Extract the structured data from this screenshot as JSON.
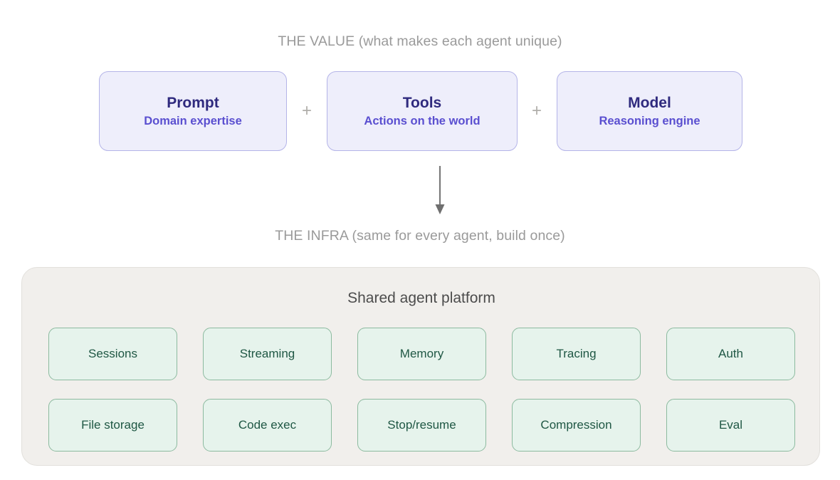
{
  "diagram": {
    "value_section": {
      "caption": "THE VALUE (what makes each agent unique)",
      "operator": "+",
      "cards": [
        {
          "title": "Prompt",
          "subtitle": "Domain expertise"
        },
        {
          "title": "Tools",
          "subtitle": "Actions on the world"
        },
        {
          "title": "Model",
          "subtitle": "Reasoning engine"
        }
      ]
    },
    "connector": {
      "icon": "down-arrow-icon"
    },
    "infra_section": {
      "caption": "THE INFRA (same for every agent, build once)",
      "platform_title": "Shared agent platform",
      "tiles": [
        {
          "label": "Sessions"
        },
        {
          "label": "Streaming"
        },
        {
          "label": "Memory"
        },
        {
          "label": "Tracing"
        },
        {
          "label": "Auth"
        },
        {
          "label": "File storage"
        },
        {
          "label": "Code exec"
        },
        {
          "label": "Stop/resume"
        },
        {
          "label": "Compression"
        },
        {
          "label": "Eval"
        }
      ]
    },
    "colors": {
      "background": "#ffffff",
      "caption_text": "#9a9a9a",
      "card_fill": "#eeeefb",
      "card_border": "#b4b4e8",
      "card_title_text": "#2f2a7e",
      "card_subtitle_text": "#5a4fd0",
      "operator_text": "#b0aeaa",
      "arrow_stroke": "#7a7a7a",
      "platform_fill": "#f1efec",
      "platform_border": "#e2e0dc",
      "platform_title_text": "#4c4c4c",
      "tile_fill": "#e6f3ec",
      "tile_border": "#8cba9f",
      "tile_text": "#1f5744"
    }
  }
}
